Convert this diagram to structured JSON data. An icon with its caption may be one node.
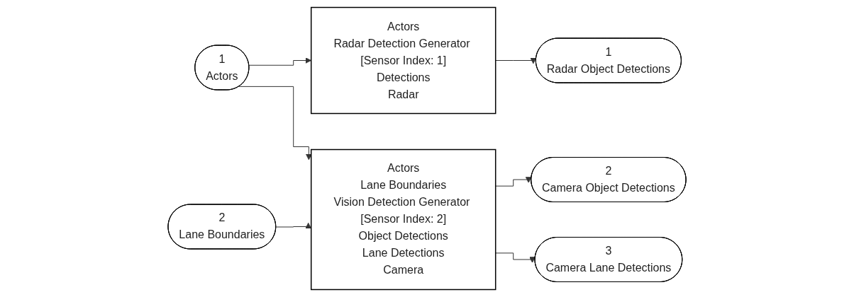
{
  "diagram": {
    "nodes": [
      {
        "text": [
          "1",
          "Actors"
        ]
      },
      {
        "text": [
          "2",
          "Lane Boundaries"
        ]
      },
      {
        "text": [
          "Actors",
          "Radar Detection Generator [Sensor Index: 1]",
          "Detections",
          "Radar"
        ]
      },
      {
        "text": [
          "Actors",
          "Lane Boundaries",
          "Vision Detection Generator [Sensor Index: 2]",
          "Object Detections",
          "Lane Detections",
          "Camera"
        ]
      },
      {
        "text": [
          "1",
          "Radar Object Detections"
        ]
      },
      {
        "text": [
          "2",
          "Camera Object Detections"
        ]
      },
      {
        "text": [
          "3",
          "Camera Lane Detections"
        ]
      }
    ],
    "edges": [
      {
        "from": 0,
        "to": 2,
        "arrow": "to"
      },
      {
        "from": 0,
        "to": 3,
        "arrow": "to"
      },
      {
        "from": 1,
        "to": 3,
        "arrow": "to"
      },
      {
        "from": 2,
        "to": 4,
        "arrow": "to"
      },
      {
        "from": 3,
        "to": 5,
        "arrow": "to"
      },
      {
        "from": 3,
        "to": 6,
        "arrow": "to"
      }
    ]
  }
}
